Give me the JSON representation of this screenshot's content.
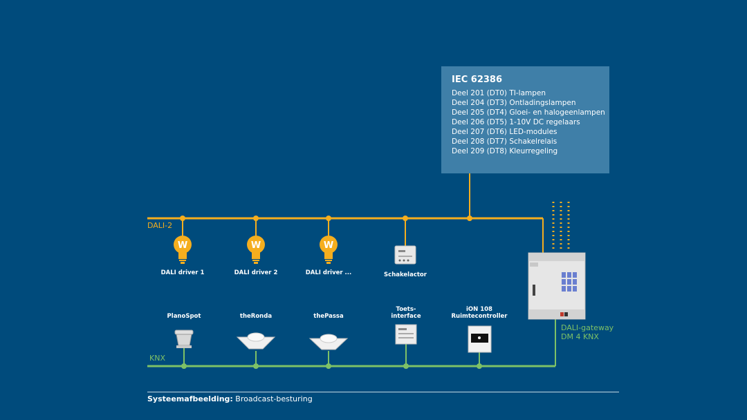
{
  "colors": {
    "background": "#004b7c",
    "dali": "#f5ae1e",
    "knx": "#7ec166",
    "box": "#3f7fa8"
  },
  "info": {
    "title": "IEC 62386",
    "lines": [
      "Deel 201 (DT0) TI-lampen",
      "Deel 204 (DT3) Ontladingslampen",
      "Deel 205 (DT4) Gloei- en halogeenlampen",
      "Deel 206 (DT5) 1-10V DC regelaars",
      "Deel 207 (DT6) LED-modules",
      "Deel 208 (DT7) Schakelrelais",
      "Deel 209 (DT8) Kleurregeling"
    ]
  },
  "buses": {
    "dali": "DALI-2",
    "knx": "KNX"
  },
  "dali_devices": [
    {
      "label": "DALI driver 1",
      "icon": "bulb-icon"
    },
    {
      "label": "DALI driver 2",
      "icon": "bulb-icon"
    },
    {
      "label": "DALI driver ...",
      "icon": "bulb-icon"
    },
    {
      "label": "Schakelactor",
      "icon": "switch-actuator-icon"
    }
  ],
  "knx_devices": [
    {
      "label": "PlanoSpot",
      "icon": "presence-detector-icon"
    },
    {
      "label": "theRonda",
      "icon": "presence-detector-icon"
    },
    {
      "label": "thePassa",
      "icon": "presence-detector-icon"
    },
    {
      "label_line1": "Toets-",
      "label_line2": "interface",
      "icon": "push-button-interface-icon"
    },
    {
      "label_line1": "iON 108",
      "label_line2": "Ruimtecontroller",
      "icon": "room-controller-icon"
    }
  ],
  "gateway": {
    "line1": "DALI-gateway",
    "line2": "DM 4 KNX",
    "icon": "gateway-icon"
  },
  "footer": {
    "bold": "Systeemafbeelding:",
    "text": " Broadcast-besturing"
  }
}
